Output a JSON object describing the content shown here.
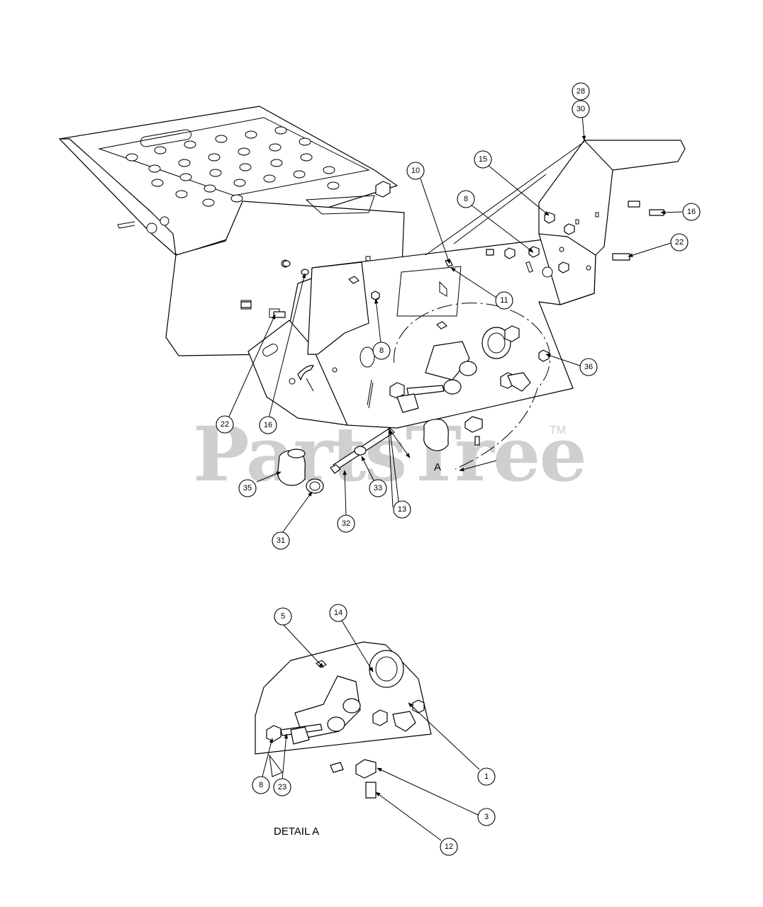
{
  "watermark": {
    "text": "PartsTree",
    "trademark": "TM"
  },
  "view_label": "A",
  "detail_label": "DETAIL  A",
  "callouts": [
    "28",
    "30",
    "10",
    "15",
    "8",
    "16",
    "22",
    "11",
    "36",
    "8",
    "22",
    "16",
    "35",
    "33",
    "13",
    "31",
    "32",
    "5",
    "14",
    "1",
    "8",
    "23",
    "3",
    "12"
  ],
  "colors": {
    "line": "#000000",
    "watermark": "#cfcfcf",
    "background": "#ffffff"
  }
}
